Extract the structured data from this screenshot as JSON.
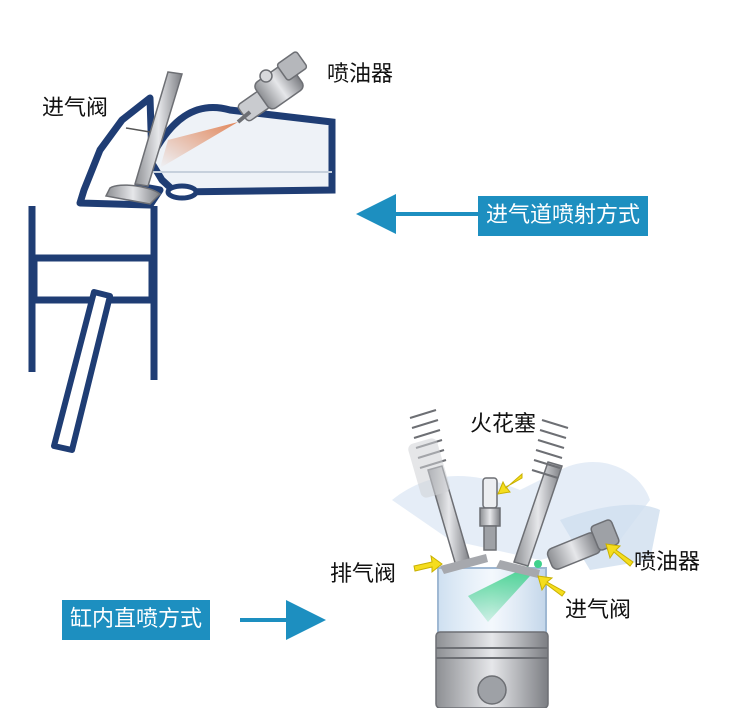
{
  "port_injection": {
    "intake_valve_label": "进气阀",
    "injector_label": "喷油器",
    "callout": "进气道喷射方式"
  },
  "direct_injection": {
    "spark_plug_label": "火花塞",
    "exhaust_valve_label": "排气阀",
    "injector_label": "喷油器",
    "intake_valve_label": "进气阀",
    "callout": "缸内直喷方式"
  },
  "colors": {
    "engine_outline": "#1f3d74",
    "callout_bg": "#1d8fc0",
    "arrow": "#1d8fc0",
    "pointer_arrow": "#f5dd1e",
    "fuel_spray": "#e07b4a",
    "direct_spray": "#3fd18c"
  }
}
